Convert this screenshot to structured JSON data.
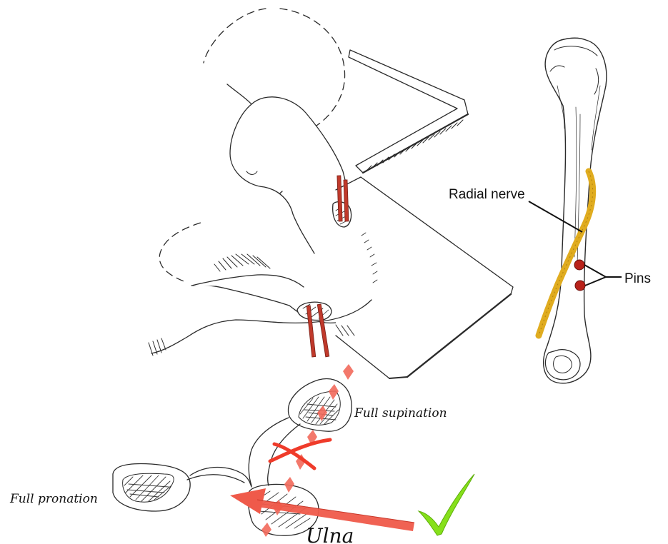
{
  "labels": {
    "radial_nerve": "Radial nerve",
    "pins": "Pins",
    "full_supination": "Full supination",
    "full_pronation": "Full pronation",
    "ulna": "Ulna"
  },
  "colors": {
    "line": "#2a2a2a",
    "hatch": "#3a3a3a",
    "pin_red": "#c0392b",
    "pin_dot": "#b8221a",
    "nerve_yellow": "#e0ac1f",
    "arrow_red": "#ef5a4a",
    "diamond_red": "#f26a5c",
    "check_green": "#86e01b"
  }
}
